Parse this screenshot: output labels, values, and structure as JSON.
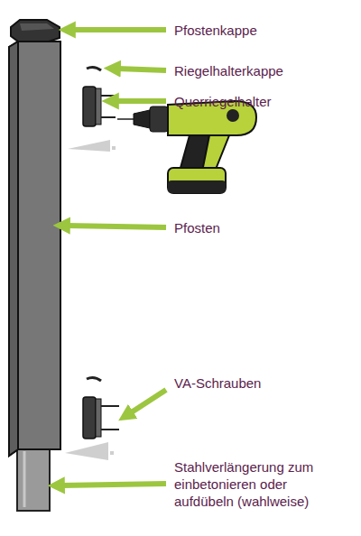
{
  "diagram": {
    "labels": [
      "Pfostenkappe",
      "Riegelhalterkappe",
      "Querriegelhalter",
      "Pfosten",
      "VA-Schrauben",
      "Stahlverlängerung zum einbetonieren oder aufdübeln (wahlweise)"
    ]
  }
}
